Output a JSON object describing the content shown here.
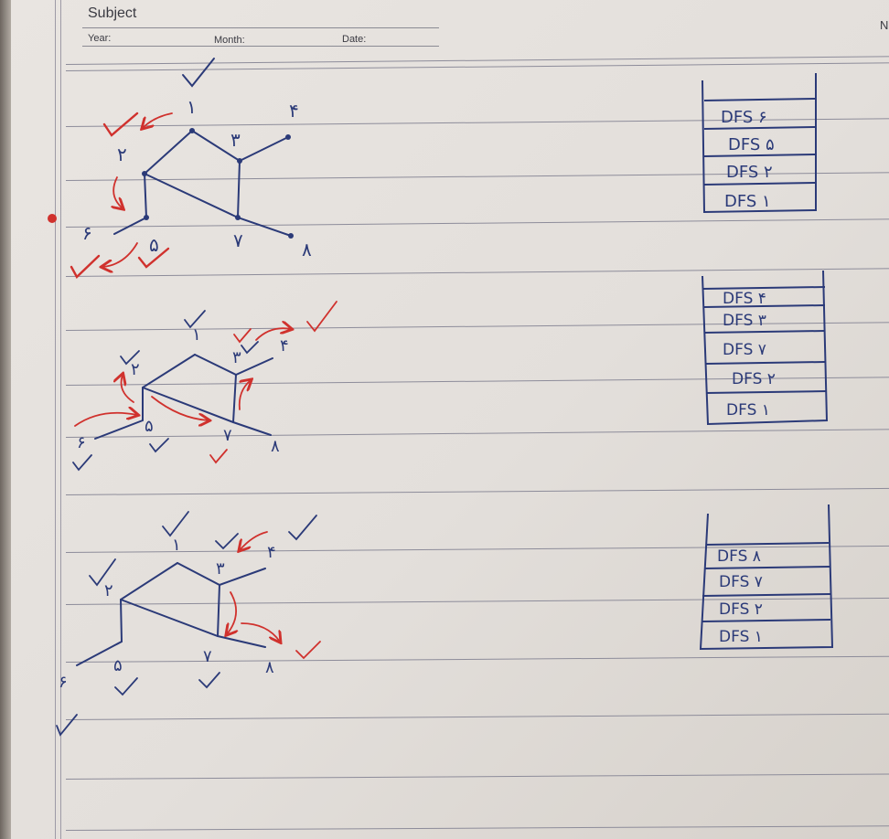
{
  "header": {
    "subject_label": "Subject",
    "year_label": "Year:",
    "month_label": "Month:",
    "date_label": "Date:",
    "corner_letter": "N"
  },
  "diagrams": [
    {
      "node_labels": [
        "۱",
        "۲",
        "۳",
        "۴",
        "۵",
        "۶",
        "۷",
        "۸"
      ],
      "stack": [
        "DFS ۶",
        "DFS ۵",
        "DFS ۲",
        "DFS ۱"
      ]
    },
    {
      "node_labels": [
        "۱",
        "۲",
        "۳",
        "۴",
        "۵",
        "۶",
        "۷",
        "۸"
      ],
      "stack": [
        "DFS ۴",
        "DFS ۳",
        "DFS ۷",
        "DFS ۲",
        "DFS ۱"
      ]
    },
    {
      "node_labels": [
        "۱",
        "۲",
        "۳",
        "۴",
        "۵",
        "۶",
        "۷",
        "۸"
      ],
      "stack": [
        "DFS ۸",
        "DFS ۷",
        "DFS ۲",
        "DFS ۱"
      ]
    }
  ],
  "colors": {
    "paper": "#e6e2de",
    "ink_blue": "#2b3a78",
    "ink_red": "#d0312d",
    "rule_line": "#8d8c9a"
  }
}
